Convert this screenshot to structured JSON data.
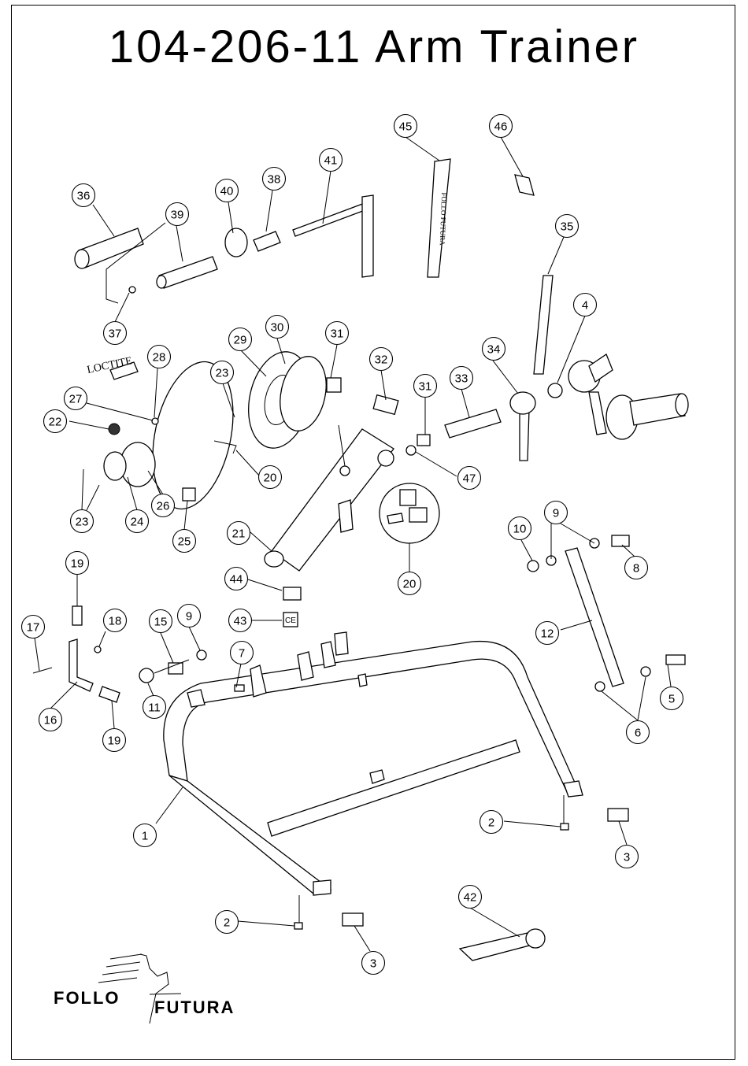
{
  "title": "104-206-11 Arm Trainer",
  "labels": {
    "loctite": "LOCTITE",
    "banner_text": "FOLLO FUTURA",
    "ce_mark": "CE"
  },
  "logo": {
    "word1": "FOLLO",
    "word2": "FUTURA"
  },
  "callouts": [
    "45",
    "46",
    "41",
    "36",
    "40",
    "38",
    "39",
    "35",
    "4",
    "37",
    "29",
    "30",
    "31",
    "28",
    "23",
    "32",
    "34",
    "27",
    "31",
    "33",
    "22",
    "20",
    "47",
    "23",
    "24",
    "26",
    "25",
    "21",
    "20",
    "9",
    "10",
    "8",
    "44",
    "19",
    "18",
    "17",
    "15",
    "9",
    "43",
    "7",
    "12",
    "11",
    "16",
    "19",
    "5",
    "6",
    "1",
    "2",
    "3",
    "42",
    "2",
    "3"
  ]
}
